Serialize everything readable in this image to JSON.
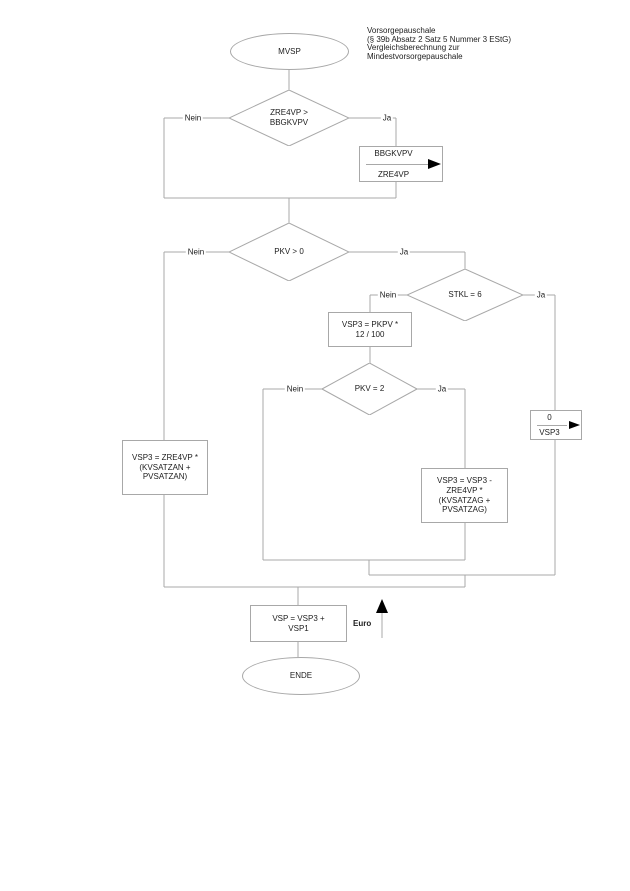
{
  "note": {
    "text": "Vorsorgepauschale\n(§ 39b Absatz 2 Satz 5 Nummer 3 EStG)\nVergleichsberechnung zur\nMindestvorsorgepauschale"
  },
  "nodes": {
    "start_terminal": {
      "label": "MVSP"
    },
    "decision_zre4vp_bbgkvpv": {
      "label": "ZRE4VP >\nBBGKVPV"
    },
    "assign_bbgkvpv_to_zre4vp": {
      "from": "BBGKVPV",
      "to": "ZRE4VP"
    },
    "decision_pkv_gt_0": {
      "label": "PKV > 0"
    },
    "decision_stkl_eq_6": {
      "label": "STKL = 6"
    },
    "process_vsp3_pkpv": {
      "label": "VSP3 = PKPV *\n12 / 100"
    },
    "decision_pkv_eq_2": {
      "label": "PKV = 2"
    },
    "assign_0_to_vsp3": {
      "from": "0",
      "to": "VSP3"
    },
    "process_vsp3_kvsatzan": {
      "label": "VSP3 = ZRE4VP *\n(KVSATZAN +\nPVSATZAN)"
    },
    "process_vsp3_kvsatzag": {
      "label": "VSP3 = VSP3 -\nZRE4VP *\n(KVSATZAG +\nPVSATZAG)"
    },
    "process_vsp_sum": {
      "label": "VSP = VSP3 +\nVSP1"
    },
    "end_terminal": {
      "label": "ENDE"
    }
  },
  "edge_labels": {
    "zre4vp_nein": "Nein",
    "zre4vp_ja": "Ja",
    "pkv0_nein": "Nein",
    "pkv0_ja": "Ja",
    "stkl_nein": "Nein",
    "stkl_ja": "Ja",
    "pkv2_nein": "Nein",
    "pkv2_ja": "Ja",
    "axis_unit": "Euro"
  },
  "colors": {
    "line": "#a8a8a8",
    "text": "#1d1d1d",
    "arrow": "#000000",
    "background": "#ffffff"
  }
}
